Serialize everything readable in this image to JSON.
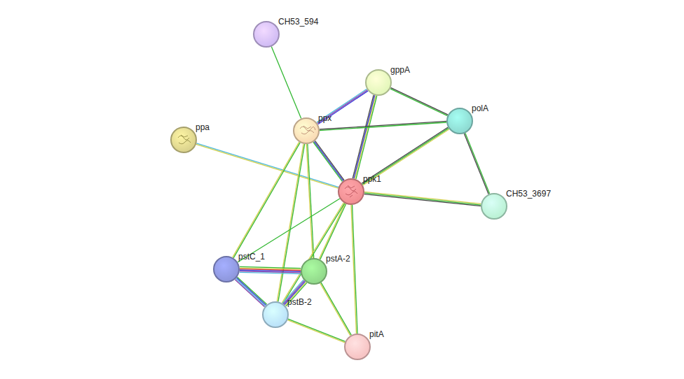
{
  "diagram": {
    "nodes": [
      {
        "text": [
          "CH53_594"
        ]
      },
      {
        "text": [
          "gppA"
        ]
      },
      {
        "text": [
          "polA"
        ]
      },
      {
        "text": [
          "ppx"
        ]
      },
      {
        "text": [
          "ppa"
        ]
      },
      {
        "text": [
          "ppk1"
        ]
      },
      {
        "text": [
          "CH53_3697"
        ]
      },
      {
        "text": [
          "pstC_1"
        ]
      },
      {
        "text": [
          "pstA-2"
        ]
      },
      {
        "text": [
          "pstB-2"
        ]
      },
      {
        "text": [
          "pitA"
        ]
      }
    ],
    "edges": [
      {
        "from": 0,
        "to": 3,
        "arrow": "none"
      },
      {
        "from": 1,
        "to": 3,
        "arrow": "none"
      },
      {
        "from": 1,
        "to": 5,
        "arrow": "none"
      },
      {
        "from": 1,
        "to": 2,
        "arrow": "none"
      },
      {
        "from": 3,
        "to": 2,
        "arrow": "none"
      },
      {
        "from": 3,
        "to": 5,
        "arrow": "none"
      },
      {
        "from": 4,
        "to": 5,
        "arrow": "none"
      },
      {
        "from": 2,
        "to": 5,
        "arrow": "none"
      },
      {
        "from": 2,
        "to": 6,
        "arrow": "none"
      },
      {
        "from": 5,
        "to": 6,
        "arrow": "none"
      },
      {
        "from": 3,
        "to": 7,
        "arrow": "none"
      },
      {
        "from": 3,
        "to": 8,
        "arrow": "none"
      },
      {
        "from": 3,
        "to": 9,
        "arrow": "none"
      },
      {
        "from": 5,
        "to": 7,
        "arrow": "none"
      },
      {
        "from": 5,
        "to": 8,
        "arrow": "none"
      },
      {
        "from": 5,
        "to": 9,
        "arrow": "none"
      },
      {
        "from": 5,
        "to": 10,
        "arrow": "none"
      },
      {
        "from": 7,
        "to": 8,
        "arrow": "none"
      },
      {
        "from": 7,
        "to": 9,
        "arrow": "none"
      },
      {
        "from": 8,
        "to": 9,
        "arrow": "none"
      },
      {
        "from": 8,
        "to": 10,
        "arrow": "none"
      },
      {
        "from": 9,
        "to": 10,
        "arrow": "none"
      }
    ]
  }
}
